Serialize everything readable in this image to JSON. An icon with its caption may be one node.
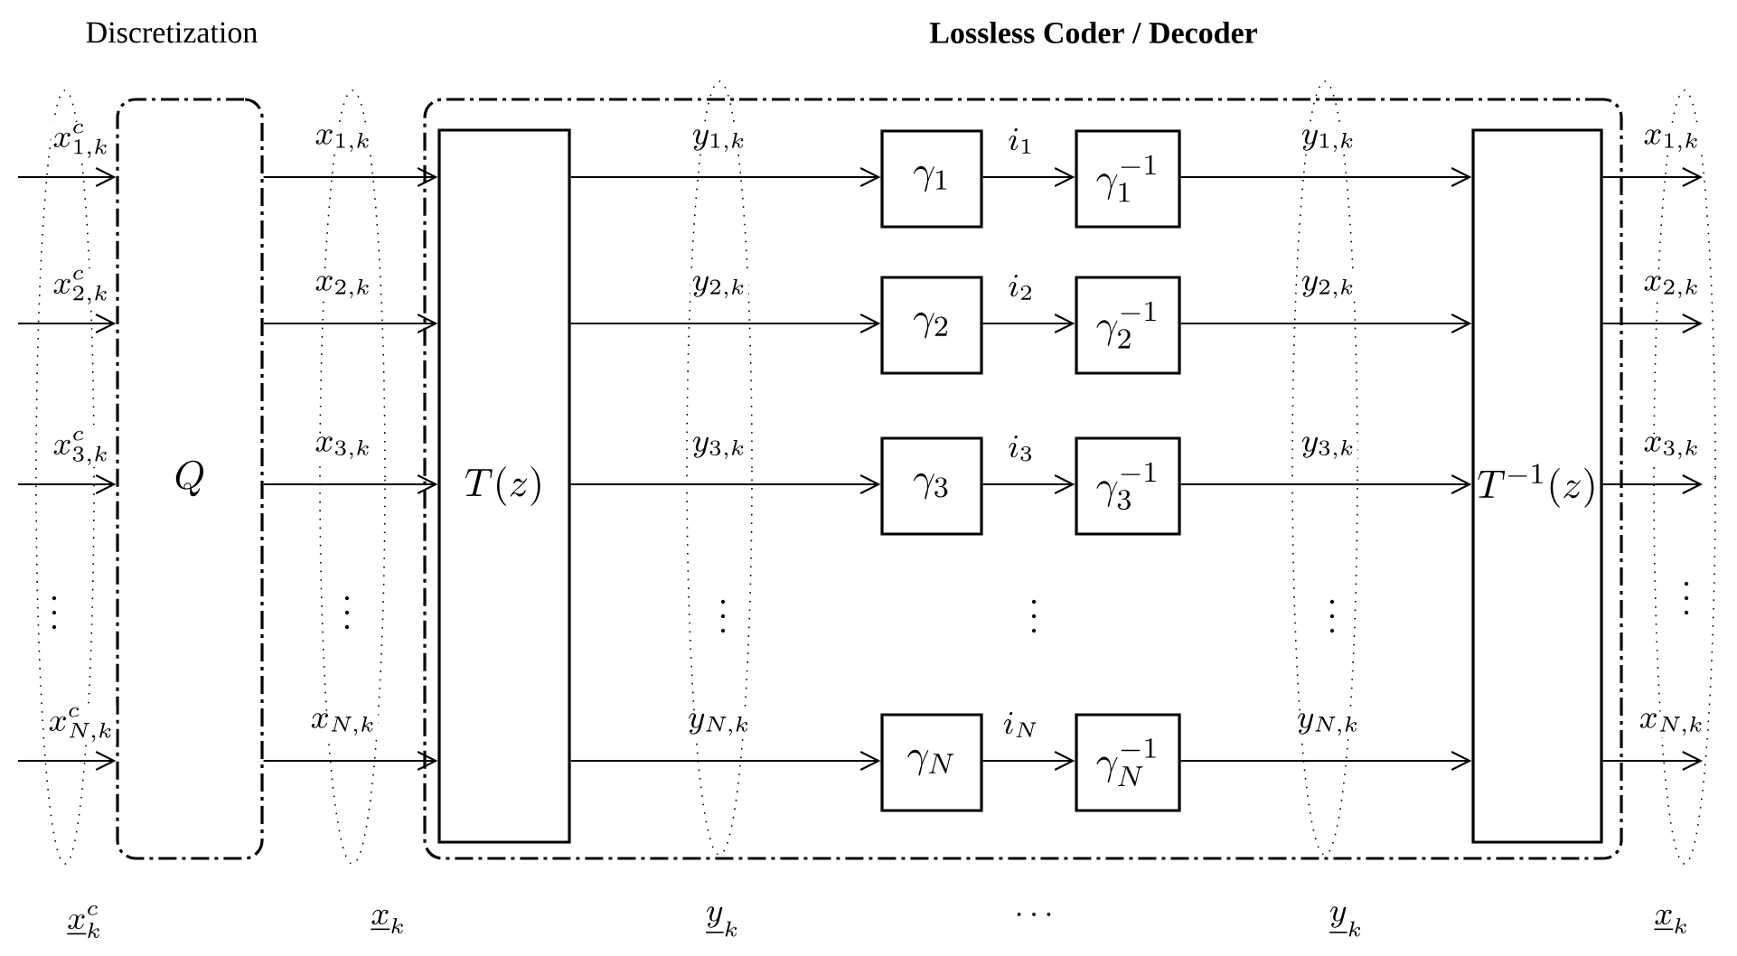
{
  "diagram": {
    "nodes": [
      {
        "text": [
          "Discretization",
          "Q"
        ]
      },
      {
        "text": [
          "Lossless Coder / Decoder"
        ]
      },
      {
        "text": [
          "T(z)"
        ],
        "in": 1
      },
      {
        "text": [
          "\\gamma_1"
        ],
        "in": 1
      },
      {
        "text": [
          "\\gamma_2"
        ],
        "in": 1
      },
      {
        "text": [
          "\\gamma_3"
        ],
        "in": 1
      },
      {
        "text": [
          "\\gamma_N"
        ],
        "in": 1
      },
      {
        "text": [
          "\\gamma_1^{-1}"
        ],
        "in": 1
      },
      {
        "text": [
          "\\gamma_2^{-1}"
        ],
        "in": 1
      },
      {
        "text": [
          "\\gamma_3^{-1}"
        ],
        "in": 1
      },
      {
        "text": [
          "\\gamma_N^{-1}"
        ],
        "in": 1
      },
      {
        "text": [
          "T^{-1}(z)"
        ],
        "in": 1
      }
    ],
    "edges": [
      {
        "from": null,
        "to": 0,
        "arrow": "to",
        "label": "x^c_{1,k}"
      },
      {
        "from": 0,
        "to": 2,
        "arrow": "to",
        "label": "x_{1,k}"
      },
      {
        "from": 2,
        "to": 3,
        "arrow": "to",
        "label": "y_{1,k}"
      },
      {
        "from": 3,
        "to": 7,
        "arrow": "to",
        "label": "i_1"
      },
      {
        "from": 7,
        "to": 11,
        "arrow": "to",
        "label": "y_{1,k}"
      },
      {
        "from": 11,
        "to": null,
        "arrow": "to",
        "label": "x_{1,k}"
      },
      {
        "from": null,
        "to": 0,
        "arrow": "to",
        "label": "x^c_{2,k}"
      },
      {
        "from": 0,
        "to": 2,
        "arrow": "to",
        "label": "x_{2,k}"
      },
      {
        "from": 2,
        "to": 4,
        "arrow": "to",
        "label": "y_{2,k}"
      },
      {
        "from": 4,
        "to": 8,
        "arrow": "to",
        "label": "i_2"
      },
      {
        "from": 8,
        "to": 11,
        "arrow": "to",
        "label": "y_{2,k}"
      },
      {
        "from": 11,
        "to": null,
        "arrow": "to",
        "label": "x_{2,k}"
      },
      {
        "from": null,
        "to": 0,
        "arrow": "to",
        "label": "x^c_{3,k}"
      },
      {
        "from": 0,
        "to": 2,
        "arrow": "to",
        "label": "x_{3,k}"
      },
      {
        "from": 2,
        "to": 5,
        "arrow": "to",
        "label": "y_{3,k}"
      },
      {
        "from": 5,
        "to": 9,
        "arrow": "to",
        "label": "i_3"
      },
      {
        "from": 9,
        "to": 11,
        "arrow": "to",
        "label": "y_{3,k}"
      },
      {
        "from": 11,
        "to": null,
        "arrow": "to",
        "label": "x_{3,k}"
      },
      {
        "from": null,
        "to": 0,
        "arrow": "to",
        "label": "x^c_{N,k}"
      },
      {
        "from": 0,
        "to": 2,
        "arrow": "to",
        "label": "x_{N,k}"
      },
      {
        "from": 2,
        "to": 6,
        "arrow": "to",
        "label": "y_{N,k}"
      },
      {
        "from": 6,
        "to": 10,
        "arrow": "to",
        "label": "i_N"
      },
      {
        "from": 10,
        "to": 11,
        "arrow": "to",
        "label": "y_{N,k}"
      },
      {
        "from": 11,
        "to": null,
        "arrow": "to",
        "label": "x_{N,k}"
      }
    ],
    "labels": [
      "\\vdots",
      "\\vdots",
      "\\vdots",
      "\\vdots",
      "\\vdots",
      "\\vdots",
      "\\underline{x}^c_k",
      "\\underline{x}_k",
      "\\underline{y}_k",
      "\\ldots",
      "\\underline{y}_k",
      "\\underline{x}_k"
    ]
  }
}
